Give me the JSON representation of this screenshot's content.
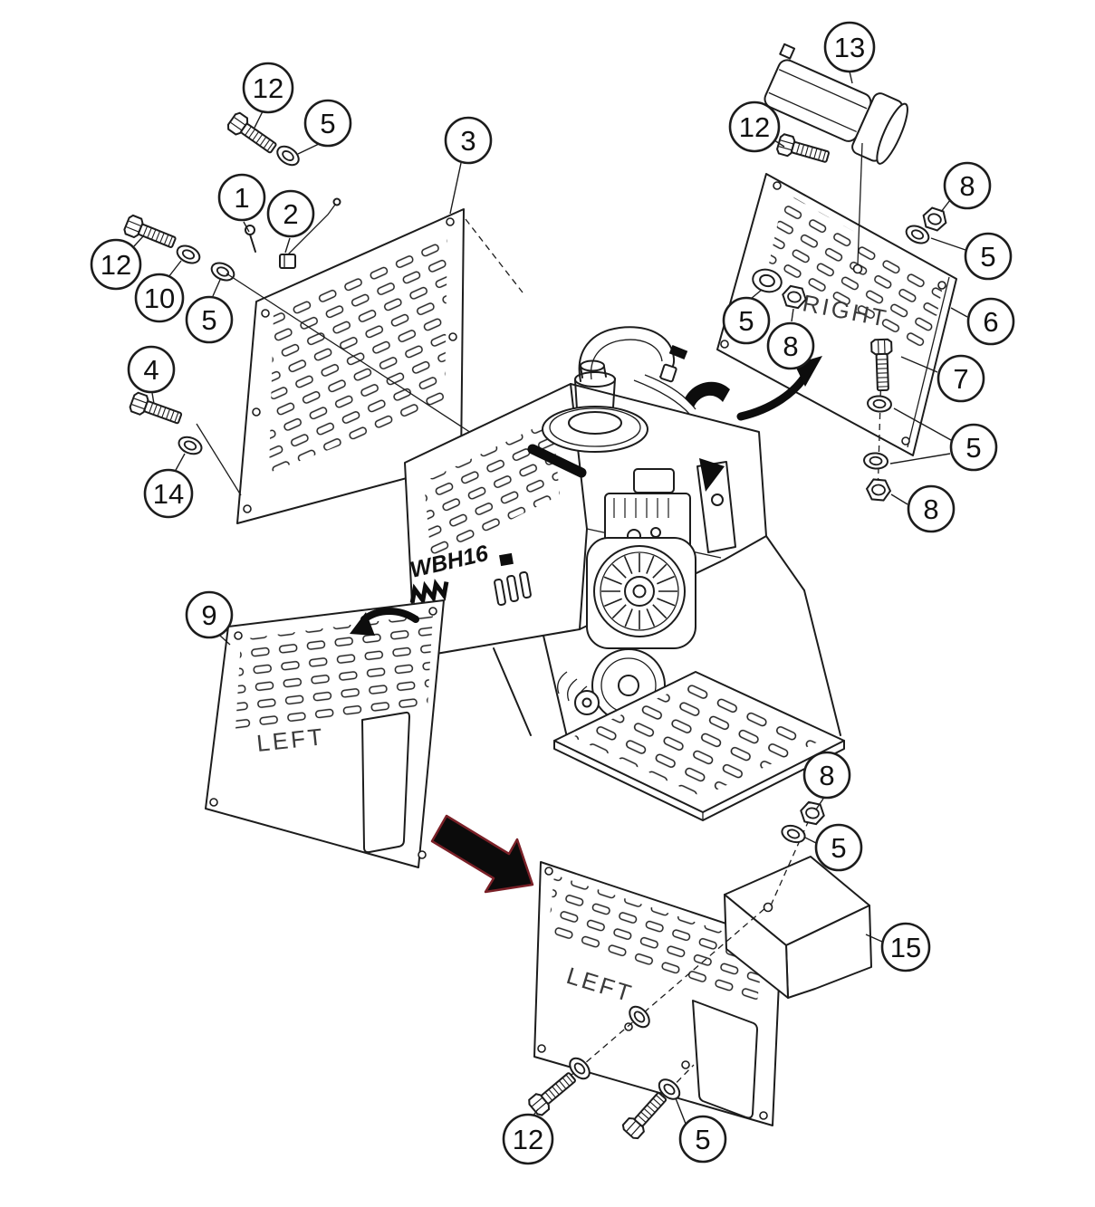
{
  "labels": {
    "model": "WBH16",
    "right_panel": "RIGHT",
    "left_panel_upper": "LEFT",
    "left_panel_lower": "LEFT"
  },
  "callouts": {
    "b12a": "12",
    "b5a": "5",
    "b3": "3",
    "b13": "13",
    "b12b": "12",
    "b8a": "8",
    "b5b": "5",
    "b1": "1",
    "b2": "2",
    "b12c": "12",
    "b10": "10",
    "b5c": "5",
    "b5d": "5",
    "b8b": "8",
    "b6": "6",
    "b7": "7",
    "b4": "4",
    "b5e": "5",
    "b14": "14",
    "b8c": "8",
    "b9": "9",
    "b8d": "8",
    "b5f": "5",
    "b15": "15",
    "b12d": "12",
    "b5g": "5"
  },
  "colors": {
    "line": "#1c1c1c",
    "panel_text": "#3a3a3a",
    "arrow_fill": "#0b0b0b",
    "arrow_outline": "#7a2027"
  }
}
